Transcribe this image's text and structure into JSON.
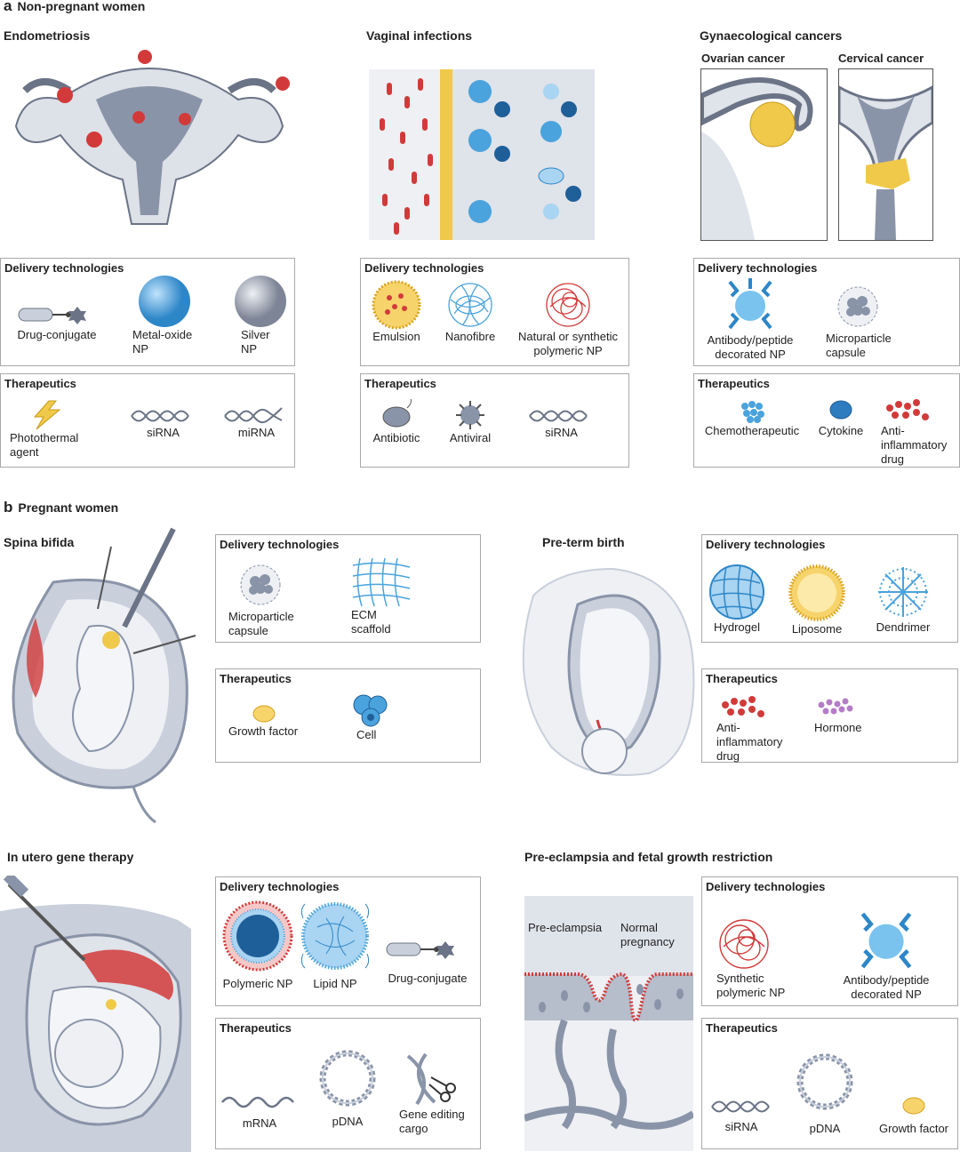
{
  "section_a": {
    "letter": "a",
    "title": "Non-pregnant women"
  },
  "section_b": {
    "letter": "b",
    "title": "Pregnant women"
  },
  "endometriosis": {
    "title": "Endometriosis",
    "delivery_header": "Delivery technologies",
    "delivery": [
      "Drug-conjugate",
      "Metal-oxide\nNP",
      "Silver\nNP"
    ],
    "therapeutics_header": "Therapeutics",
    "therapeutics": [
      "Photothermal\nagent",
      "siRNA",
      "miRNA"
    ]
  },
  "vaginal": {
    "title": "Vaginal infections",
    "delivery_header": "Delivery technologies",
    "delivery": [
      "Emulsion",
      "Nanofibre",
      "Natural or synthetic\npolymeric NP"
    ],
    "therapeutics_header": "Therapeutics",
    "therapeutics": [
      "Antibiotic",
      "Antiviral",
      "siRNA"
    ]
  },
  "cancers": {
    "title": "Gynaecological cancers",
    "ovarian": "Ovarian cancer",
    "cervical": "Cervical cancer",
    "delivery_header": "Delivery technologies",
    "delivery": [
      "Antibody/peptide\ndecorated NP",
      "Microparticle\ncapsule"
    ],
    "therapeutics_header": "Therapeutics",
    "therapeutics": [
      "Chemotherapeutic",
      "Cytokine",
      "Anti-\ninflammatory\ndrug"
    ]
  },
  "spina": {
    "title": "Spina bifida",
    "delivery_header": "Delivery technologies",
    "delivery": [
      "Microparticle\ncapsule",
      "ECM\nscaffold"
    ],
    "therapeutics_header": "Therapeutics",
    "therapeutics": [
      "Growth factor",
      "Cell"
    ]
  },
  "preterm": {
    "title": "Pre-term birth",
    "delivery_header": "Delivery technologies",
    "delivery": [
      "Hydrogel",
      "Liposome",
      "Dendrimer"
    ],
    "therapeutics_header": "Therapeutics",
    "therapeutics": [
      "Anti-\ninflammatory\ndrug",
      "Hormone"
    ]
  },
  "gene": {
    "title": "In utero gene therapy",
    "delivery_header": "Delivery technologies",
    "delivery": [
      "Polymeric NP",
      "Lipid NP",
      "Drug-conjugate"
    ],
    "therapeutics_header": "Therapeutics",
    "therapeutics": [
      "mRNA",
      "pDNA",
      "Gene editing\ncargo"
    ]
  },
  "preeclampsia": {
    "title": "Pre-eclampsia and fetal growth restriction",
    "label_pre": "Pre-eclampsia",
    "label_normal": "Normal\npregnancy",
    "delivery_header": "Delivery technologies",
    "delivery": [
      "Synthetic\npolymeric NP",
      "Antibody/peptide\ndecorated NP"
    ],
    "therapeutics_header": "Therapeutics",
    "therapeutics": [
      "siRNA",
      "pDNA",
      "Growth factor"
    ]
  },
  "colors": {
    "lesion": "#d23a3a",
    "blue": "#4aa3dc",
    "yellow": "#f0c94a",
    "grey": "#8a94a8",
    "tissue": "#c9cfdb"
  }
}
